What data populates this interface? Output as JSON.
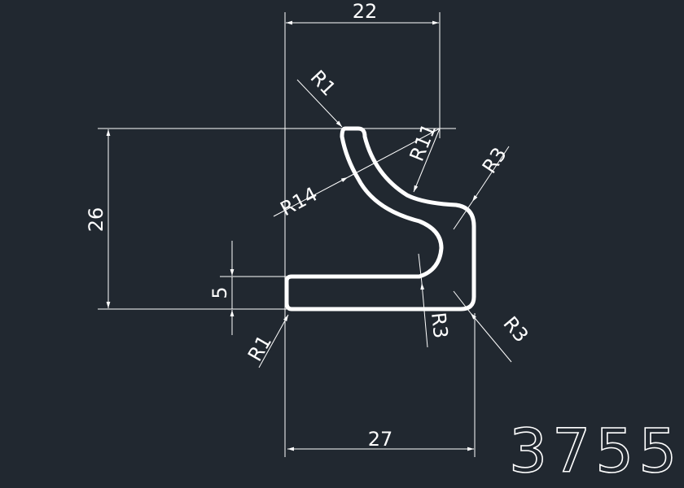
{
  "drawing": {
    "part_number": "3755",
    "colors": {
      "background": "#212830",
      "lines": "#ffffff"
    },
    "dimensions": {
      "top_width": "22",
      "height": "26",
      "lip_thickness": "5",
      "bottom_width": "27"
    },
    "radii": {
      "top_tip": "R1",
      "outer_arc": "R14",
      "inner_arc": "R11",
      "upper_right": "R3",
      "inner_hook": "R3",
      "lower_right": "R3",
      "lower_left": "R1"
    }
  }
}
